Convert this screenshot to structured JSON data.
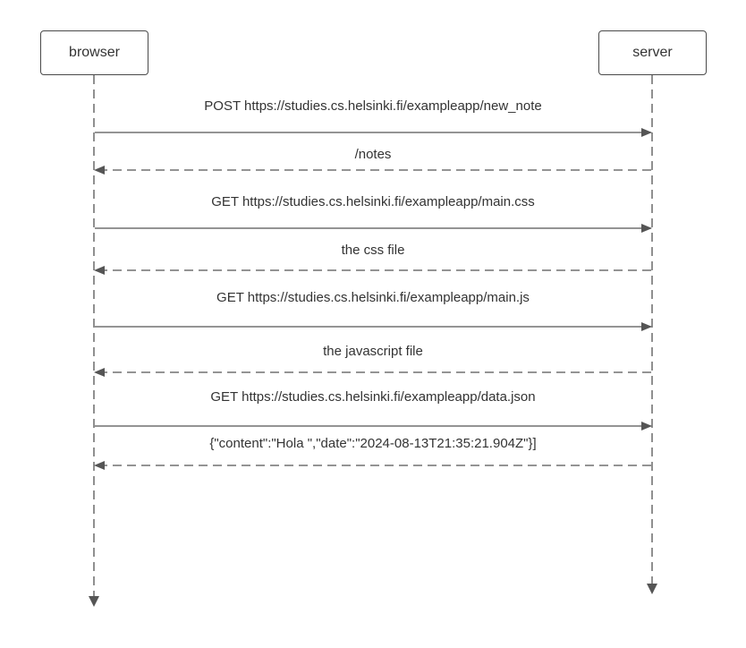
{
  "actors": {
    "left": {
      "label": "browser"
    },
    "right": {
      "label": "server"
    }
  },
  "messages": [
    {
      "label": "POST https://studies.cs.helsinki.fi/exampleapp/new_note",
      "direction": "right",
      "style": "solid"
    },
    {
      "label": "/notes",
      "direction": "left",
      "style": "dashed"
    },
    {
      "label": "GET https://studies.cs.helsinki.fi/exampleapp/main.css",
      "direction": "right",
      "style": "solid"
    },
    {
      "label": "the css file",
      "direction": "left",
      "style": "dashed"
    },
    {
      "label": "GET https://studies.cs.helsinki.fi/exampleapp/main.js",
      "direction": "right",
      "style": "solid"
    },
    {
      "label": "the javascript file",
      "direction": "left",
      "style": "dashed"
    },
    {
      "label": "GET https://studies.cs.helsinki.fi/exampleapp/data.json",
      "direction": "right",
      "style": "solid"
    },
    {
      "label": "{\"content\":\"Hola \",\"date\":\"2024-08-13T21:35:21.904Z\"}]",
      "direction": "left",
      "style": "dashed"
    }
  ],
  "colors": {
    "line": "#555555",
    "text": "#333333",
    "box_border": "#4a4a4a"
  }
}
